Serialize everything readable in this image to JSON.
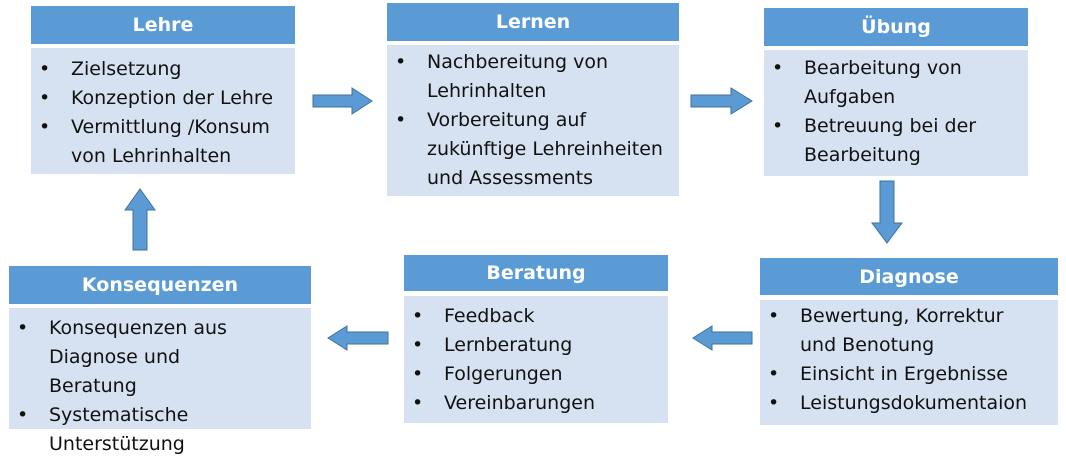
{
  "colors": {
    "header": "#5B9BD5",
    "body": "#D6E1F1",
    "arrow_fill": "#5B9BD5",
    "arrow_stroke": "#41719C"
  },
  "boxes": {
    "lehre": {
      "title": "Lehre",
      "items": [
        "Zielsetzung",
        "Konzeption der Lehre",
        "Vermittlung /Konsum von Lehrinhalten"
      ]
    },
    "lernen": {
      "title": "Lernen",
      "items": [
        "Nachbereitung von Lehrinhalten",
        "Vorbereitung auf zukünftige Lehreinheiten und Assessments"
      ]
    },
    "uebung": {
      "title": "Übung",
      "items": [
        "Bearbeitung von Aufgaben",
        "Betreuung bei der Bearbeitung"
      ]
    },
    "diagnose": {
      "title": "Diagnose",
      "items": [
        "Bewertung, Korrektur und Benotung",
        "Einsicht in Ergebnisse",
        "Leistungsdokumentaion"
      ]
    },
    "beratung": {
      "title": "Beratung",
      "items": [
        "Feedback",
        "Lernberatung",
        "Folgerungen",
        "Vereinbarungen"
      ]
    },
    "konsequenzen": {
      "title": "Konsequenzen",
      "items": [
        "Konsequenzen aus Diagnose und Beratung",
        "Systematische Unterstützung"
      ]
    }
  },
  "arrows": [
    {
      "from": "lehre",
      "to": "lernen",
      "direction": "right"
    },
    {
      "from": "lernen",
      "to": "uebung",
      "direction": "right"
    },
    {
      "from": "uebung",
      "to": "diagnose",
      "direction": "down"
    },
    {
      "from": "diagnose",
      "to": "beratung",
      "direction": "left"
    },
    {
      "from": "beratung",
      "to": "konsequenzen",
      "direction": "left"
    },
    {
      "from": "konsequenzen",
      "to": "lehre",
      "direction": "up"
    }
  ]
}
